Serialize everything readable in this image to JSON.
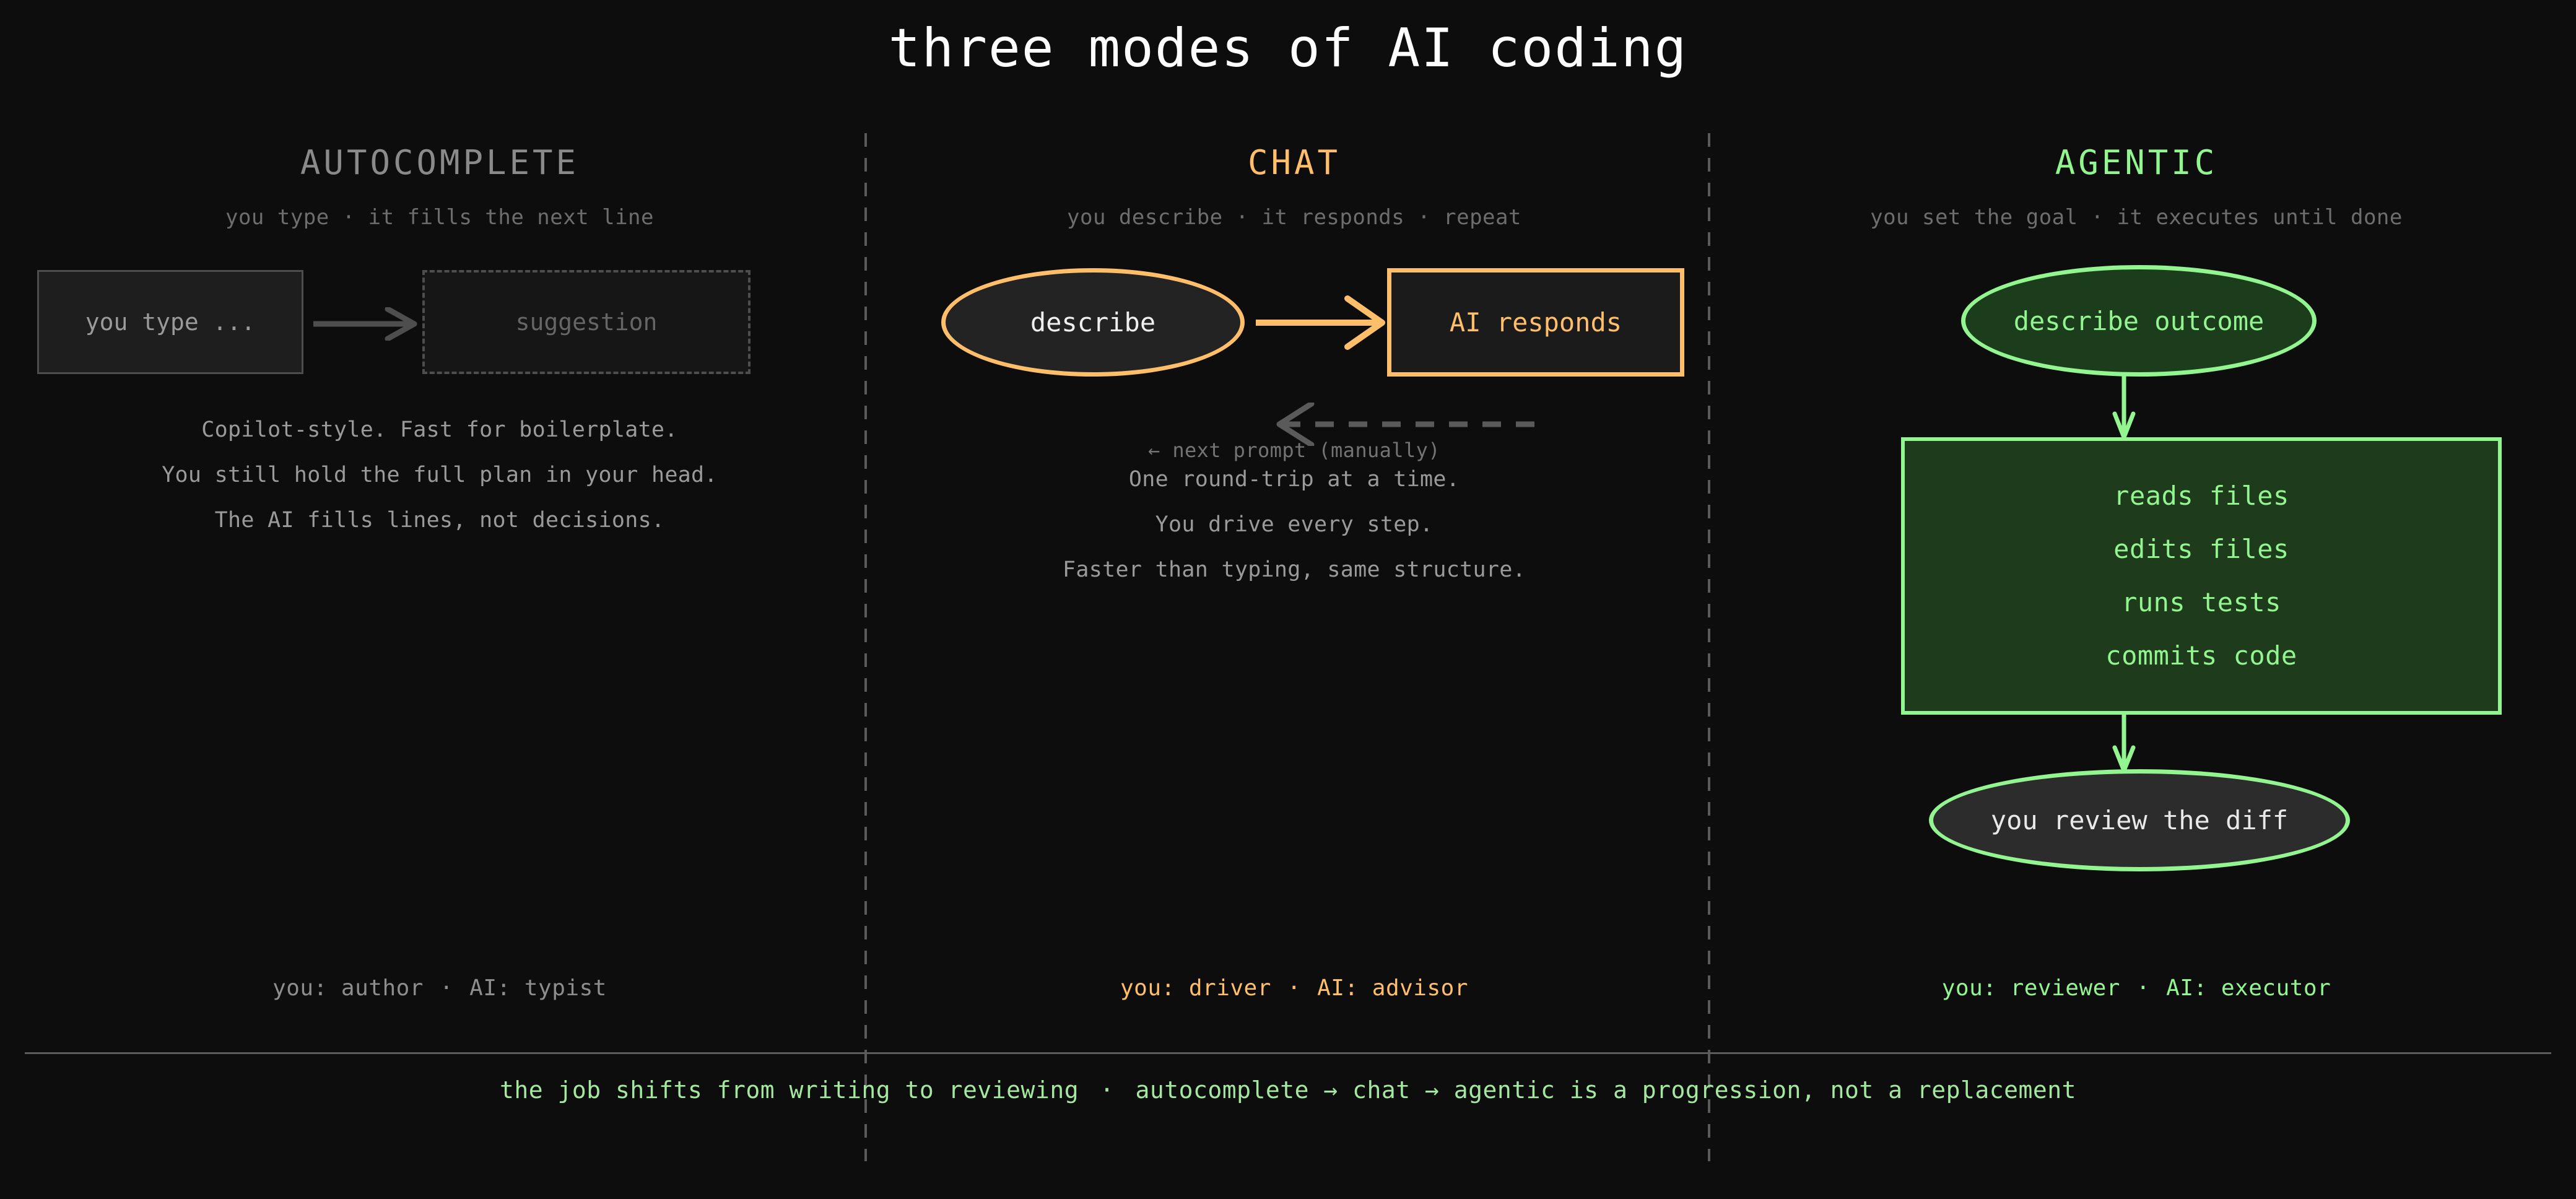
{
  "title": "three modes of AI coding",
  "colors": {
    "background": "#0d0d0d",
    "gray": "#8a8a8a",
    "orange": "#ffbe6a",
    "green": "#93f58f",
    "footer_green": "#a4e8a0"
  },
  "columns": [
    {
      "id": "autocomplete",
      "title": "AUTOCOMPLETE",
      "subtitle": "you type · it fills the next line",
      "nodes": {
        "input_box": "you type ...",
        "suggestion_box": "suggestion"
      },
      "blurb": [
        "Copilot-style. Fast for boilerplate.",
        "You still hold the full plan in your head.",
        "The AI fills lines, not decisions."
      ],
      "role": {
        "you": "you: author",
        "sep": "·",
        "ai": "AI: typist"
      }
    },
    {
      "id": "chat",
      "title": "CHAT",
      "subtitle": "you describe · it responds · repeat",
      "nodes": {
        "describe_ellipse": "describe",
        "ai_box": "AI responds",
        "return_label": "← next prompt (manually)"
      },
      "blurb": [
        "One round-trip at a time.",
        "You drive every step.",
        "Faster than typing, same structure."
      ],
      "role": {
        "you": "you: driver",
        "sep": "·",
        "ai": "AI: advisor"
      }
    },
    {
      "id": "agentic",
      "title": "AGENTIC",
      "subtitle": "you set the goal · it executes until done",
      "nodes": {
        "outcome_ellipse": "describe outcome",
        "actions": [
          "reads files",
          "edits files",
          "runs tests",
          "commits code"
        ],
        "review_ellipse": "you review the diff"
      },
      "role": {
        "you": "you: reviewer",
        "sep": "·",
        "ai": "AI: executor"
      }
    }
  ],
  "footer": {
    "left": "the job shifts from writing to reviewing",
    "sep": "·",
    "right": "autocomplete → chat → agentic is a progression, not a replacement"
  }
}
